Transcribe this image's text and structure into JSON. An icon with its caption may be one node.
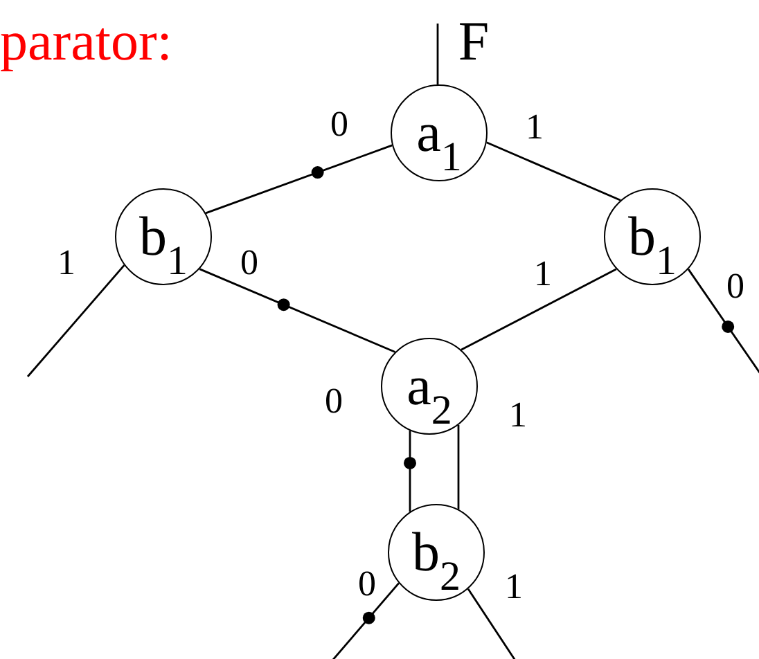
{
  "diagram": {
    "title": "parator:",
    "nodes": [
      {
        "text": [
          "a$_{1}$"
        ]
      },
      {
        "text": [
          "b$_{1}$"
        ]
      },
      {
        "text": [
          "b$_{1}$"
        ]
      },
      {
        "text": [
          "a$_{2}$"
        ]
      },
      {
        "text": [
          "b$_{2}$"
        ]
      }
    ],
    "edges": [
      {
        "from": null,
        "to": 0,
        "arrow": "none",
        "label": "F"
      },
      {
        "from": 0,
        "to": 1,
        "arrow": "none",
        "label": "0"
      },
      {
        "from": 0,
        "to": 2,
        "arrow": "none",
        "label": "1"
      },
      {
        "from": 1,
        "to": null,
        "arrow": "none",
        "label": "1"
      },
      {
        "from": 1,
        "to": 3,
        "arrow": "none",
        "label": "0"
      },
      {
        "from": 3,
        "to": 2,
        "arrow": "none",
        "label": "1"
      },
      {
        "from": 2,
        "to": null,
        "arrow": "none",
        "label": "0"
      },
      {
        "from": 3,
        "to": 4,
        "arrow": "none",
        "label": "0"
      },
      {
        "from": 3,
        "to": 4,
        "arrow": "none",
        "label": "1"
      },
      {
        "from": 4,
        "to": null,
        "arrow": "none",
        "label": "0"
      },
      {
        "from": 4,
        "to": null,
        "arrow": "none",
        "label": "1"
      }
    ]
  }
}
